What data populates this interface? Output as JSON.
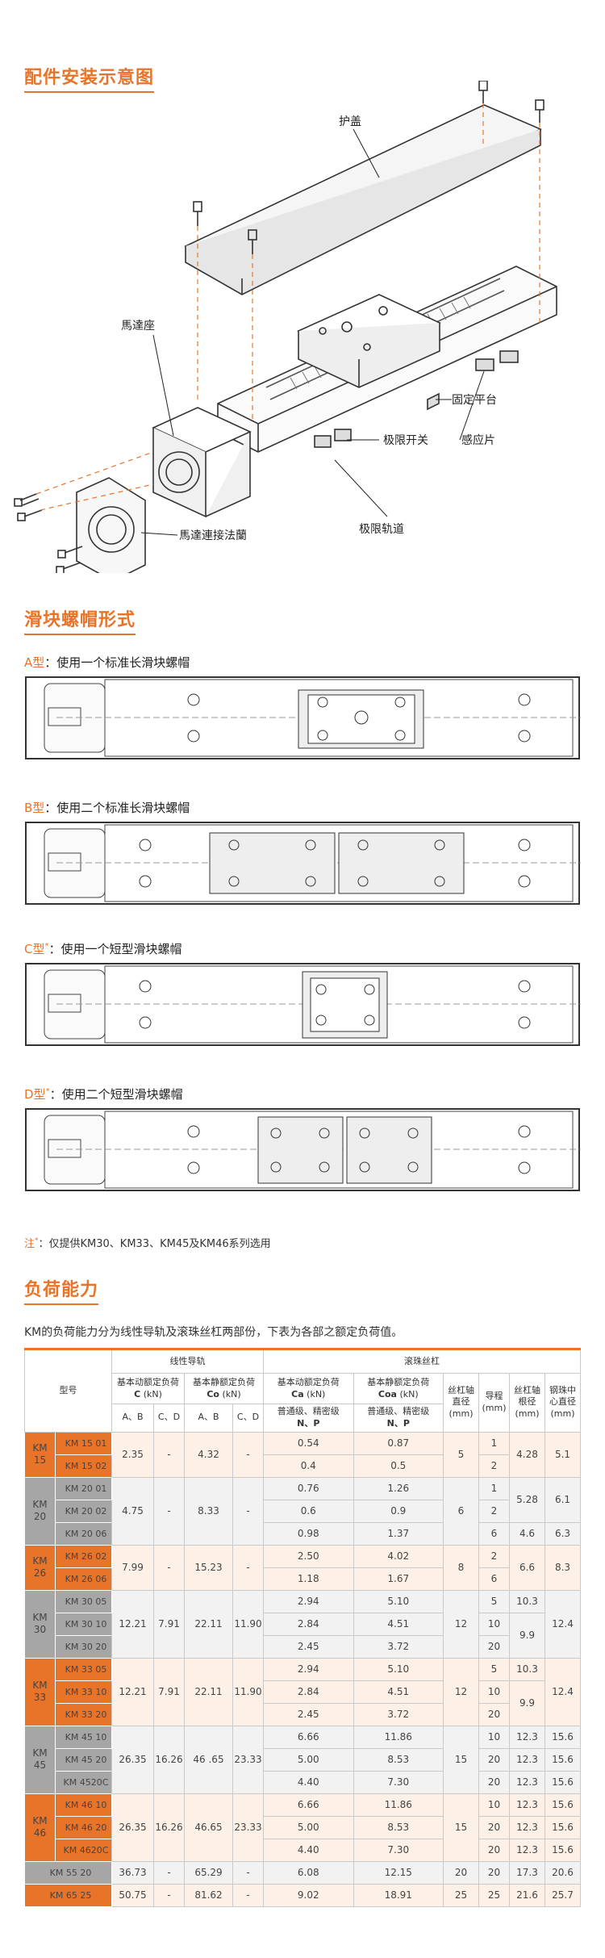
{
  "sections": {
    "assembly_title": "配件安装示意图",
    "slider_title": "滑块螺帽形式",
    "load_title": "负荷能力"
  },
  "assembly": {
    "labels": {
      "cover": "护盖",
      "motor_base": "馬達座",
      "fixed_platform": "固定平台",
      "limit_switch": "极限开关",
      "sensor_plate": "感应片",
      "motor_flange": "馬達連接法蘭",
      "limit_rail": "极限轨道"
    }
  },
  "slider_types": [
    {
      "key": "A型",
      "star": "",
      "text": "：使用一个标准长滑块螺帽"
    },
    {
      "key": "B型",
      "star": "",
      "text": "：使用二个标准长滑块螺帽"
    },
    {
      "key": "C型",
      "star": "*",
      "text": "：使用一个短型滑块螺帽"
    },
    {
      "key": "D型",
      "star": "*",
      "text": "：使用二个短型滑块螺帽"
    }
  ],
  "note": {
    "key": "注",
    "star": "*",
    "text": "：仅提供KM30、KM33、KM45及KM46系列选用"
  },
  "load_intro": "KM的负荷能力分为线性导轨及滚珠丝杠两部份，下表为各部之额定负荷值。",
  "table": {
    "header": {
      "model": "型号",
      "linear_guide": "线性导轨",
      "ball_screw": "滚珠丝杠",
      "c_label": "基本动额定负荷",
      "c_sym": "C",
      "c_unit": "(kN)",
      "co_label": "基本静额定负荷",
      "co_sym": "Co",
      "co_unit": "(kN)",
      "ca_label": "基本动额定负荷",
      "ca_sym": "Ca",
      "ca_unit": "(kN)",
      "coa_label": "基本静额定负荷",
      "coa_sym": "Coa",
      "coa_unit": "(kN)",
      "ab": "A、B",
      "cd": "C、D",
      "grade": "普通级、精密级",
      "np": "N、P",
      "shaft_dia": "丝杠轴直径",
      "lead": "导程",
      "root_dia": "丝杠轴根径",
      "ball_center": "钢珠中心直径",
      "mm": "(mm)"
    },
    "groups": [
      {
        "name": "KM 15",
        "color": "orange",
        "C_ab": "2.35",
        "C_cd": "-",
        "Co_ab": "4.32",
        "Co_cd": "-",
        "rows": [
          {
            "model": "KM 15 01",
            "Ca": "0.54",
            "Coa": "0.87",
            "dia": "5",
            "lead": "1",
            "root": "4.28",
            "ball": "5.1"
          },
          {
            "model": "KM 15 02",
            "Ca": "0.4",
            "Coa": "0.5",
            "dia": "",
            "lead": "2",
            "root": "",
            "ball": ""
          }
        ]
      },
      {
        "name": "KM 20",
        "color": "gray",
        "C_ab": "4.75",
        "C_cd": "-",
        "Co_ab": "8.33",
        "Co_cd": "-",
        "rows": [
          {
            "model": "KM 20 01",
            "Ca": "0.76",
            "Coa": "1.26",
            "dia": "6",
            "lead": "1",
            "root": "5.28",
            "ball": "6.1"
          },
          {
            "model": "KM 20 02",
            "Ca": "0.6",
            "Coa": "0.9",
            "dia": "",
            "lead": "2",
            "root": "",
            "ball": ""
          },
          {
            "model": "KM 20 06",
            "Ca": "0.98",
            "Coa": "1.37",
            "dia": "",
            "lead": "6",
            "root": "4.6",
            "ball": "6.3"
          }
        ]
      },
      {
        "name": "KM 26",
        "color": "orange",
        "C_ab": "7.99",
        "C_cd": "-",
        "Co_ab": "15.23",
        "Co_cd": "-",
        "rows": [
          {
            "model": "KM 26 02",
            "Ca": "2.50",
            "Coa": "4.02",
            "dia": "8",
            "lead": "2",
            "root": "6.6",
            "ball": "8.3"
          },
          {
            "model": "KM 26 06",
            "Ca": "1.18",
            "Coa": "1.67",
            "dia": "",
            "lead": "6",
            "root": "",
            "ball": ""
          }
        ]
      },
      {
        "name": "KM 30",
        "color": "gray",
        "C_ab": "12.21",
        "C_cd": "7.91",
        "Co_ab": "22.11",
        "Co_cd": "11.90",
        "rows": [
          {
            "model": "KM 30 05",
            "Ca": "2.94",
            "Coa": "5.10",
            "dia": "12",
            "lead": "5",
            "root": "10.3",
            "ball": "12.4"
          },
          {
            "model": "KM 30 10",
            "Ca": "2.84",
            "Coa": "4.51",
            "dia": "",
            "lead": "10",
            "root": "9.9",
            "ball": ""
          },
          {
            "model": "KM 30 20",
            "Ca": "2.45",
            "Coa": "3.72",
            "dia": "",
            "lead": "20",
            "root": "",
            "ball": ""
          }
        ]
      },
      {
        "name": "KM 33",
        "color": "orange",
        "C_ab": "12.21",
        "C_cd": "7.91",
        "Co_ab": "22.11",
        "Co_cd": "11.90",
        "rows": [
          {
            "model": "KM 33 05",
            "Ca": "2.94",
            "Coa": "5.10",
            "dia": "12",
            "lead": "5",
            "root": "10.3",
            "ball": "12.4"
          },
          {
            "model": "KM 33 10",
            "Ca": "2.84",
            "Coa": "4.51",
            "dia": "",
            "lead": "10",
            "root": "9.9",
            "ball": ""
          },
          {
            "model": "KM 33 20",
            "Ca": "2.45",
            "Coa": "3.72",
            "dia": "",
            "lead": "20",
            "root": "",
            "ball": ""
          }
        ]
      },
      {
        "name": "KM 45",
        "color": "gray",
        "C_ab": "26.35",
        "C_cd": "16.26",
        "Co_ab": "46 .65",
        "Co_cd": "23.33",
        "rows": [
          {
            "model": "KM 45 10",
            "Ca": "6.66",
            "Coa": "11.86",
            "dia": "15",
            "lead": "10",
            "root": "12.3",
            "ball": "15.6"
          },
          {
            "model": "KM 45 20",
            "Ca": "5.00",
            "Coa": "8.53",
            "dia": "",
            "lead": "20",
            "root": "12.3",
            "ball": "15.6"
          },
          {
            "model": "KM 4520C",
            "Ca": "4.40",
            "Coa": "7.30",
            "dia": "",
            "lead": "20",
            "root": "12.3",
            "ball": "15.6"
          }
        ]
      },
      {
        "name": "KM 46",
        "color": "orange",
        "C_ab": "26.35",
        "C_cd": "16.26",
        "Co_ab": "46.65",
        "Co_cd": "23.33",
        "rows": [
          {
            "model": "KM 46 10",
            "Ca": "6.66",
            "Coa": "11.86",
            "dia": "15",
            "lead": "10",
            "root": "12.3",
            "ball": "15.6"
          },
          {
            "model": "KM 46 20",
            "Ca": "5.00",
            "Coa": "8.53",
            "dia": "",
            "lead": "20",
            "root": "12.3",
            "ball": "15.6"
          },
          {
            "model": "KM 4620C",
            "Ca": "4.40",
            "Coa": "7.30",
            "dia": "",
            "lead": "20",
            "root": "12.3",
            "ball": "15.6"
          }
        ]
      },
      {
        "name": "",
        "color": "gray",
        "single": true,
        "rows": [
          {
            "model": "KM 55 20",
            "C_ab": "36.73",
            "C_cd": "-",
            "Co_ab": "65.29",
            "Co_cd": "-",
            "Ca": "6.08",
            "Coa": "12.15",
            "dia": "20",
            "lead": "20",
            "root": "17.3",
            "ball": "20.6"
          }
        ]
      },
      {
        "name": "",
        "color": "orange",
        "single": true,
        "rows": [
          {
            "model": "KM 65 25",
            "C_ab": "50.75",
            "C_cd": "-",
            "Co_ab": "81.62",
            "Co_cd": "-",
            "Ca": "9.02",
            "Coa": "18.91",
            "dia": "25",
            "lead": "25",
            "root": "21.6",
            "ball": "25.7"
          }
        ]
      }
    ]
  }
}
